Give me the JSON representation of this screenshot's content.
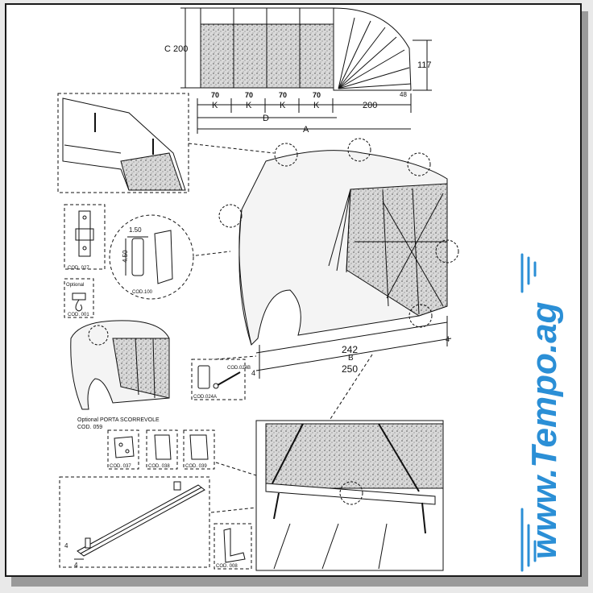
{
  "dimensions": {
    "height_c": "C 200",
    "height_117": "117",
    "offset_48": "48",
    "k_segments": [
      {
        "value": "70",
        "letter": "K"
      },
      {
        "value": "70",
        "letter": "K"
      },
      {
        "value": "70",
        "letter": "K"
      },
      {
        "value": "70",
        "letter": "K"
      }
    ],
    "rear_length": "200",
    "d_label": "D",
    "a_label": "A",
    "width_242": "242",
    "b_label": "B",
    "width_250": "250",
    "leg_4_left": "4",
    "leg_4_right": "4"
  },
  "profile_detail": {
    "thickness": "1.50",
    "height": "4.50",
    "code": "COD.100"
  },
  "codes": {
    "c027": "COD. 027",
    "c001": "COD. 001",
    "optional_hook": "Optional",
    "c024b": "COD.024B",
    "c024a": "COD.024A",
    "door_optional": "Optional PORTA SCORREVOLE",
    "c059": "COD. 059",
    "c037": "COD. 037",
    "c038": "COD. 038",
    "c039": "COD. 039",
    "c008": "COD. 008",
    "rail_4a": "4",
    "rail_4b": "4"
  },
  "brand": {
    "text": "www.Tempo.ag",
    "color": "#2b8fd6"
  }
}
